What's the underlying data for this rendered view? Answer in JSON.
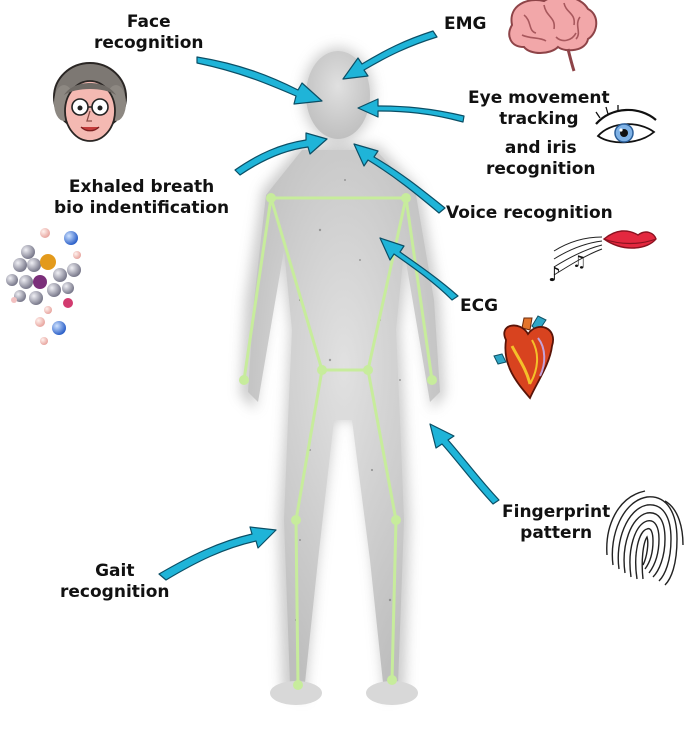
{
  "colors": {
    "arrow": "#1fb4d8",
    "arrow_outline": "#0b4f66",
    "skeleton": "#c7ec9c",
    "body_glow": "#c9c9c9",
    "text": "#111111"
  },
  "labels": {
    "face_recognition": [
      "Face",
      "recognition"
    ],
    "emg": [
      "EMG"
    ],
    "eye_tracking": [
      "Eye movement",
      "tracking"
    ],
    "iris_recognition": [
      "and iris",
      "recognition"
    ],
    "exhaled_breath": [
      "Exhaled breath",
      "bio indentification"
    ],
    "voice_recognition": [
      "Voice recognition"
    ],
    "ecg": [
      "ECG"
    ],
    "fingerprint": [
      "Fingerprint",
      "pattern"
    ],
    "gait_recognition": [
      "Gait",
      "recognition"
    ]
  },
  "illustrations": [
    "grandmother-face-icon",
    "brain-icon",
    "eye-icon",
    "molecule-icon",
    "lips-music-icon",
    "heart-icon",
    "fingerprint-icon"
  ]
}
